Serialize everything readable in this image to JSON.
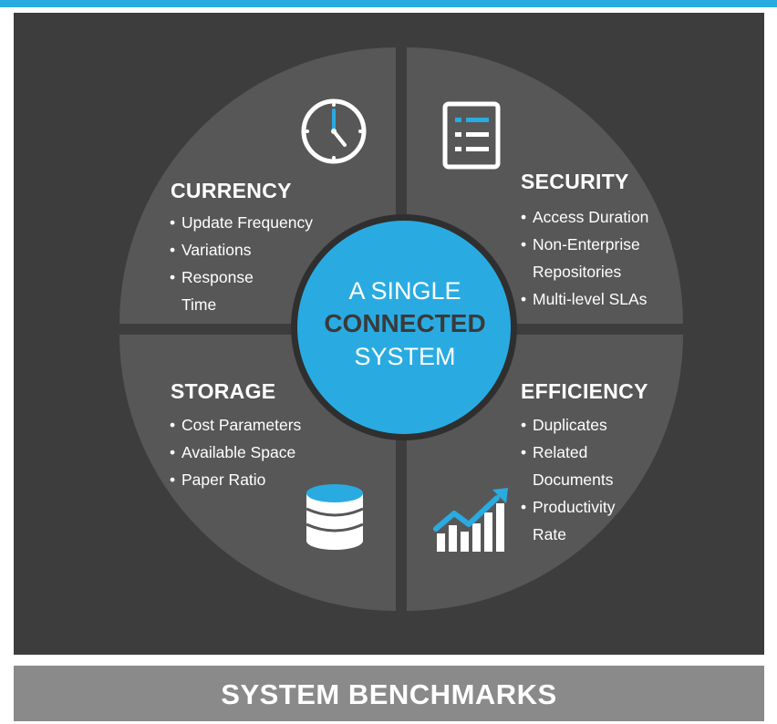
{
  "center": {
    "line1": "A SINGLE",
    "line2": "CONNECTED",
    "line3": "SYSTEM"
  },
  "quadrants": {
    "currency": {
      "title": "CURRENCY",
      "items": [
        "Update Frequency",
        "Variations",
        "Response Time"
      ],
      "icon": "clock-icon"
    },
    "security": {
      "title": "SECURITY",
      "items": [
        "Access Duration",
        "Non-Enterprise Repositories",
        "Multi-level SLAs"
      ],
      "icon": "checklist-document-icon"
    },
    "storage": {
      "title": "STORAGE",
      "items": [
        "Cost Parameters",
        "Available Space",
        "Paper Ratio"
      ],
      "icon": "database-icon"
    },
    "efficiency": {
      "title": "EFFICIENCY",
      "items": [
        "Duplicates",
        "Related Documents",
        "Productivity Rate"
      ],
      "icon": "growth-chart-icon"
    }
  },
  "footer": {
    "label": "SYSTEM BENCHMARKS"
  },
  "colors": {
    "accent": "#29abe2",
    "panel": "#3d3d3d",
    "quadrant": "#575758",
    "footer": "#8a8a8a"
  }
}
